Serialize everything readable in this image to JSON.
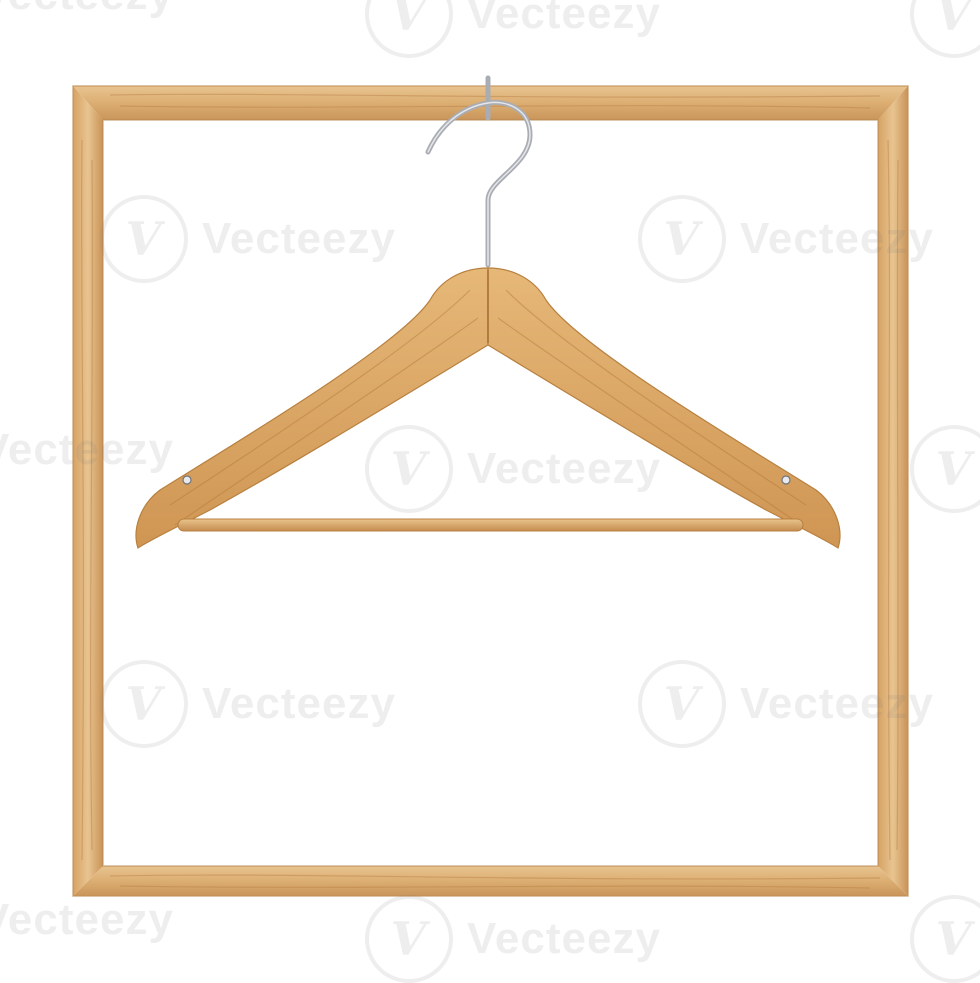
{
  "watermark": {
    "text": "Vecteezy",
    "logo_glyph": "V",
    "color": "#787878"
  },
  "scene": {
    "subject": "wooden-hanger-in-wooden-frame",
    "colors": {
      "background": "#ffffff",
      "wood_light": "#e9c48f",
      "wood_mid": "#d9a867",
      "wood_dark": "#b9834a",
      "metal": "#a9adb3"
    }
  }
}
